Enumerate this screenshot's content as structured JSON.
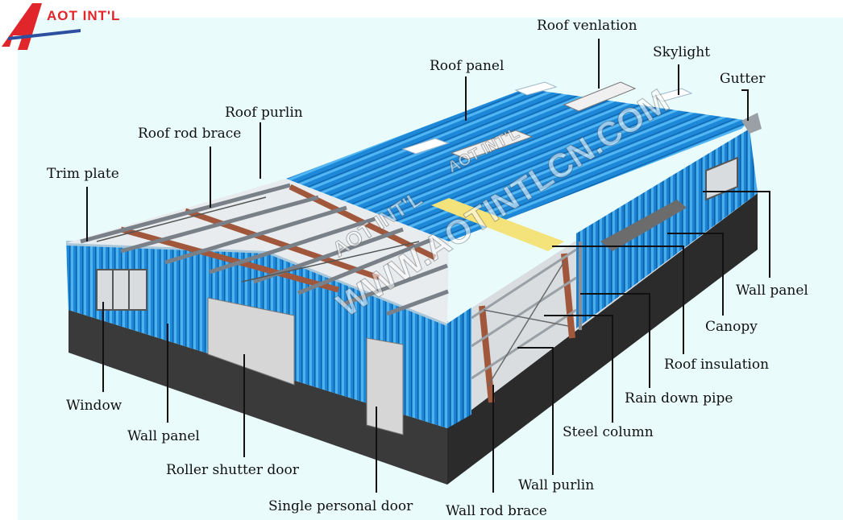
{
  "brand": {
    "name": "AOT INT'L",
    "color": "#e0262b"
  },
  "watermarks": [
    "WWW.AOTINTLCN.COM",
    "AOT INT'L",
    "AOT INT'L"
  ],
  "labels": {
    "roof_venlation": "Roof venlation",
    "skylight": "Skylight",
    "gutter": "Gutter",
    "roof_panel": "Roof panel",
    "roof_purlin": "Roof purlin",
    "roof_rod_brace": "Roof rod brace",
    "trim_plate": "Trim plate",
    "wall_panel_right": "Wall panel",
    "canopy": "Canopy",
    "roof_insulation": "Roof insulation",
    "rain_down_pipe": "Rain down pipe",
    "steel_column": "Steel column",
    "wall_purlin": "Wall purlin",
    "wall_rod_brace": "Wall rod brace",
    "single_personal_door": "Single personal door",
    "roller_shutter_door": "Roller shutter door",
    "wall_panel_left": "Wall panel",
    "window": "Window"
  },
  "colors": {
    "sheet_blue": "#1e88d8",
    "sheet_light": "#4fb3f0",
    "base_dark": "#3a3a3a",
    "purlin_gray": "#8a8f96",
    "frame_brown": "#a0573b",
    "insulation_yellow": "#f4e27a",
    "door_gray": "#d6d6d6"
  }
}
